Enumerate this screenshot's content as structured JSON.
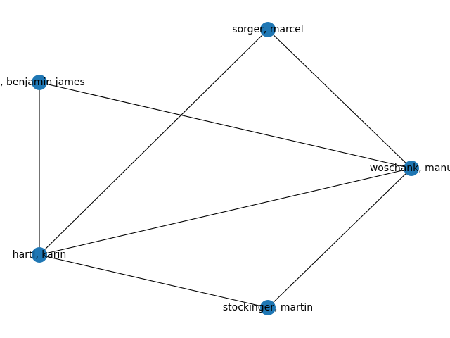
{
  "graph": {
    "node_color": "#1f77b4",
    "edge_color": "#000000",
    "nodes": [
      {
        "id": "sorger",
        "label": "sorger, marcel"
      },
      {
        "id": "benjamin",
        "label": "n, benjamin james"
      },
      {
        "id": "woschank",
        "label": "woschank, manu"
      },
      {
        "id": "hartl",
        "label": "hartl, karin"
      },
      {
        "id": "stockinger",
        "label": "stockinger, martin"
      }
    ],
    "edges": [
      {
        "source": "sorger",
        "target": "woschank"
      },
      {
        "source": "sorger",
        "target": "hartl"
      },
      {
        "source": "benjamin",
        "target": "woschank"
      },
      {
        "source": "benjamin",
        "target": "hartl"
      },
      {
        "source": "hartl",
        "target": "woschank"
      },
      {
        "source": "hartl",
        "target": "stockinger"
      },
      {
        "source": "woschank",
        "target": "stockinger"
      }
    ]
  }
}
